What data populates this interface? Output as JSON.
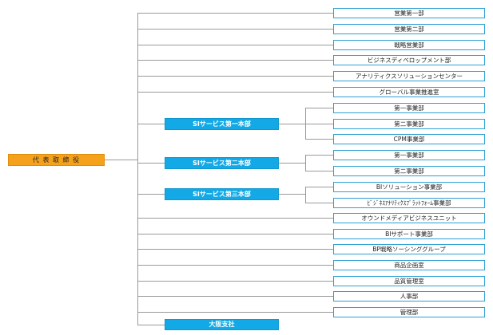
{
  "ceo": {
    "label": "代 表 取 締 役"
  },
  "divisions": [
    {
      "label": "SIサービス第一本部"
    },
    {
      "label": "SIサービス第二本部"
    },
    {
      "label": "SIサービス第三本部"
    },
    {
      "label": "大阪支社"
    }
  ],
  "departments": [
    {
      "label": "営業第一部"
    },
    {
      "label": "営業第二部"
    },
    {
      "label": "戦略営業部"
    },
    {
      "label": "ビジネスディベロップメント部"
    },
    {
      "label": "アナリティクスソリューションセンター"
    },
    {
      "label": "グローバル事業推進室"
    },
    {
      "label": "第一事業部"
    },
    {
      "label": "第二事業部"
    },
    {
      "label": "CPM事業部"
    },
    {
      "label": "第一事業部"
    },
    {
      "label": "第二事業部"
    },
    {
      "label": "BIソリューション事業部"
    },
    {
      "label": "ﾋﾞｼﾞﾈｽｱﾅﾘﾃｨｸｽﾌﾟﾗｯﾄﾌｫｰﾑ事業部"
    },
    {
      "label": "オウンドメディアビジネスユニット"
    },
    {
      "label": "BIサポート事業部"
    },
    {
      "label": "BP戦略ソーシンググループ"
    },
    {
      "label": "商品企画室"
    },
    {
      "label": "品質管理室"
    },
    {
      "label": "人事部"
    },
    {
      "label": "管理部"
    }
  ],
  "colors": {
    "ceo_fill": "#f5a11c",
    "division_fill": "#12a9e6",
    "department_border": "#2d9fd4",
    "connector": "#9a9a9a"
  }
}
